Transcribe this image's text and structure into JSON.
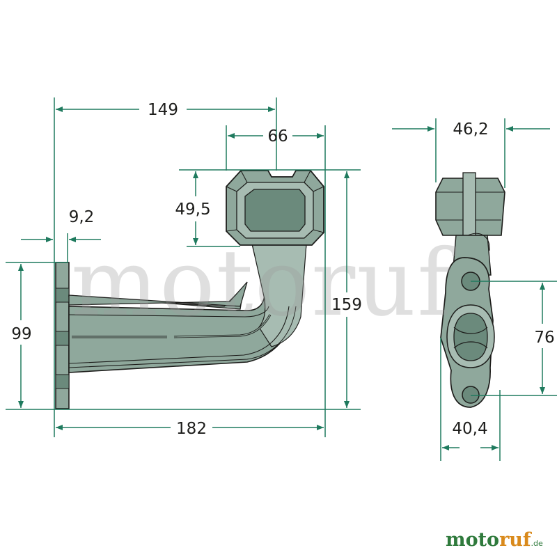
{
  "dimensions": {
    "d149": "149",
    "d66": "66",
    "d46_2": "46,2",
    "d9_2": "9,2",
    "d49_5": "49,5",
    "d159": "159",
    "d99": "99",
    "d182": "182",
    "d76": "76",
    "d40_4": "40,4"
  },
  "watermark": {
    "text": "motoruf"
  },
  "logo": {
    "part1": "moto",
    "part2": "ruf",
    "tld": ".de"
  },
  "colors": {
    "dimension_green": "#1f7a5e",
    "part_fill": "#8fa89c",
    "part_dark": "#6b8a7c",
    "outline": "#1d1d1b"
  }
}
